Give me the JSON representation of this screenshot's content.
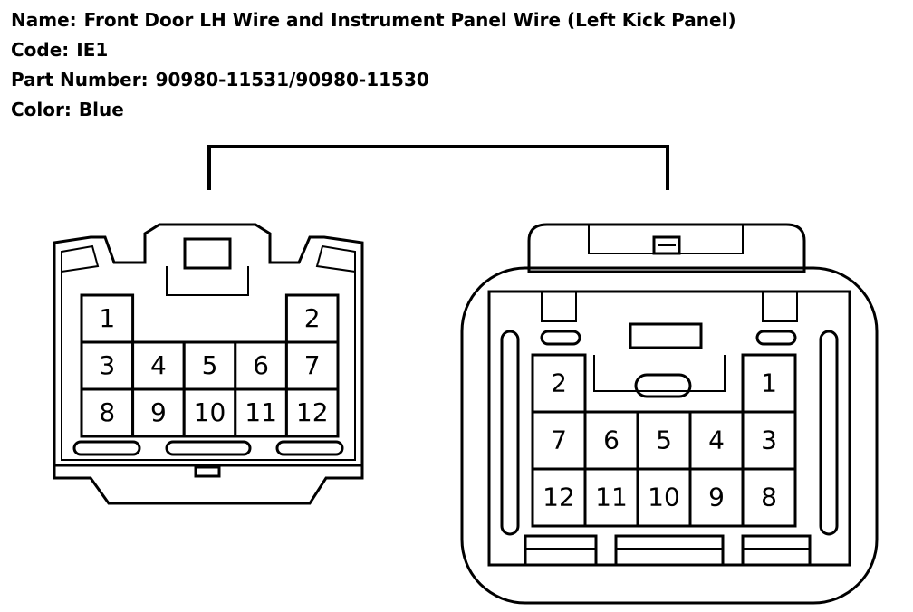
{
  "header": {
    "name_label": "Name:",
    "name_value": "Front Door LH Wire and Instrument Panel Wire (Left Kick Panel)",
    "code_label": "Code:",
    "code_value": "IE1",
    "part_label": "Part Number:",
    "part_value": "90980-11531/90980-11530",
    "color_label": "Color:",
    "color_value": "Blue"
  },
  "connector_left": {
    "pins": [
      {
        "label": "1",
        "row": 0,
        "col": 0
      },
      {
        "label": "2",
        "row": 0,
        "col": 4
      },
      {
        "label": "3",
        "row": 1,
        "col": 0
      },
      {
        "label": "4",
        "row": 1,
        "col": 1
      },
      {
        "label": "5",
        "row": 1,
        "col": 2
      },
      {
        "label": "6",
        "row": 1,
        "col": 3
      },
      {
        "label": "7",
        "row": 1,
        "col": 4
      },
      {
        "label": "8",
        "row": 2,
        "col": 0
      },
      {
        "label": "9",
        "row": 2,
        "col": 1
      },
      {
        "label": "10",
        "row": 2,
        "col": 2
      },
      {
        "label": "11",
        "row": 2,
        "col": 3
      },
      {
        "label": "12",
        "row": 2,
        "col": 4
      }
    ]
  },
  "connector_right": {
    "pins": [
      {
        "label": "2",
        "row": 0,
        "col": 0
      },
      {
        "label": "1",
        "row": 0,
        "col": 4
      },
      {
        "label": "7",
        "row": 1,
        "col": 0
      },
      {
        "label": "6",
        "row": 1,
        "col": 1
      },
      {
        "label": "5",
        "row": 1,
        "col": 2
      },
      {
        "label": "4",
        "row": 1,
        "col": 3
      },
      {
        "label": "3",
        "row": 1,
        "col": 4
      },
      {
        "label": "12",
        "row": 2,
        "col": 0
      },
      {
        "label": "11",
        "row": 2,
        "col": 1
      },
      {
        "label": "10",
        "row": 2,
        "col": 2
      },
      {
        "label": "9",
        "row": 2,
        "col": 3
      },
      {
        "label": "8",
        "row": 2,
        "col": 4
      }
    ]
  }
}
